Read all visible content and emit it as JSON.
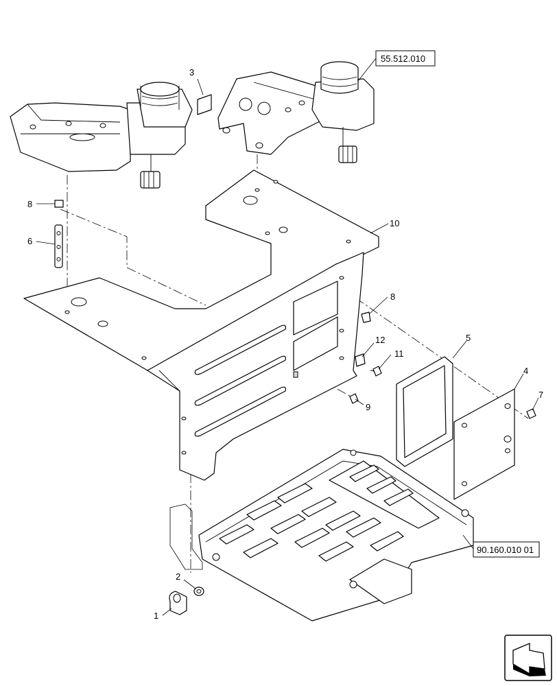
{
  "callouts": {
    "c1": "1",
    "c2": "2",
    "c3": "3",
    "c4": "4",
    "c5": "5",
    "c6": "6",
    "c7": "7",
    "c8a": "8",
    "c8b": "8",
    "c9": "9",
    "c10": "10",
    "c11": "11",
    "c12": "12"
  },
  "references": {
    "steering_column": "55.512.010",
    "floor_mat": "90.160.010 01"
  },
  "icons": {
    "navigation": "arrow-page-icon"
  }
}
